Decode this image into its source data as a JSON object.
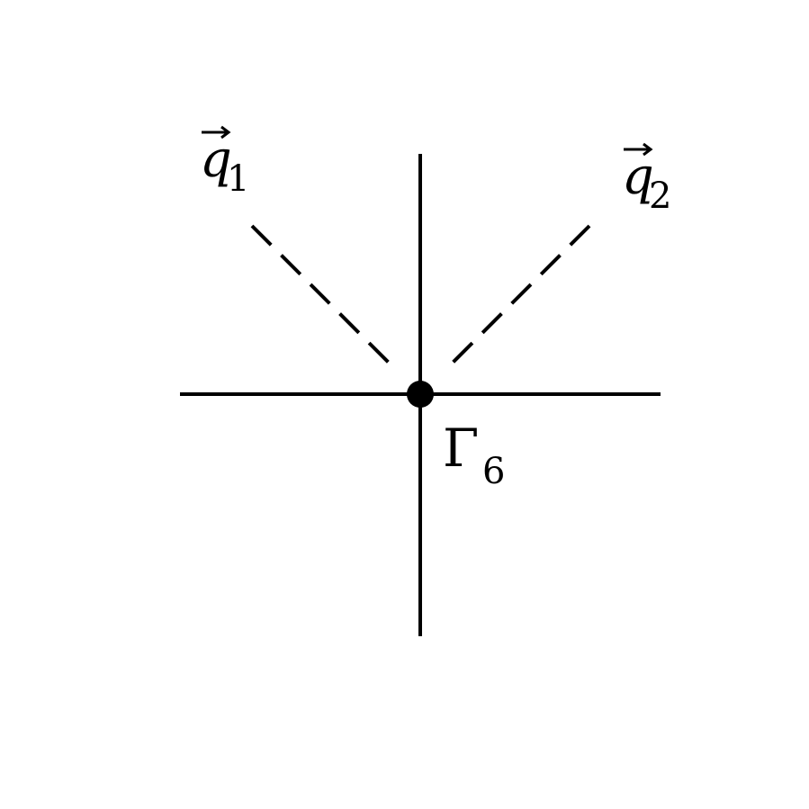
{
  "diagram": {
    "labels": {
      "q1": {
        "symbol": "q",
        "subscript": "1",
        "has_vector_arrow": true
      },
      "q2": {
        "symbol": "q",
        "subscript": "2",
        "has_vector_arrow": true
      },
      "gamma": {
        "symbol": "Γ",
        "subscript": "6"
      }
    },
    "colors": {
      "stroke": "#000000",
      "background": "#ffffff"
    },
    "line_styles": {
      "axes": "solid",
      "q_vectors": "dashed"
    }
  }
}
